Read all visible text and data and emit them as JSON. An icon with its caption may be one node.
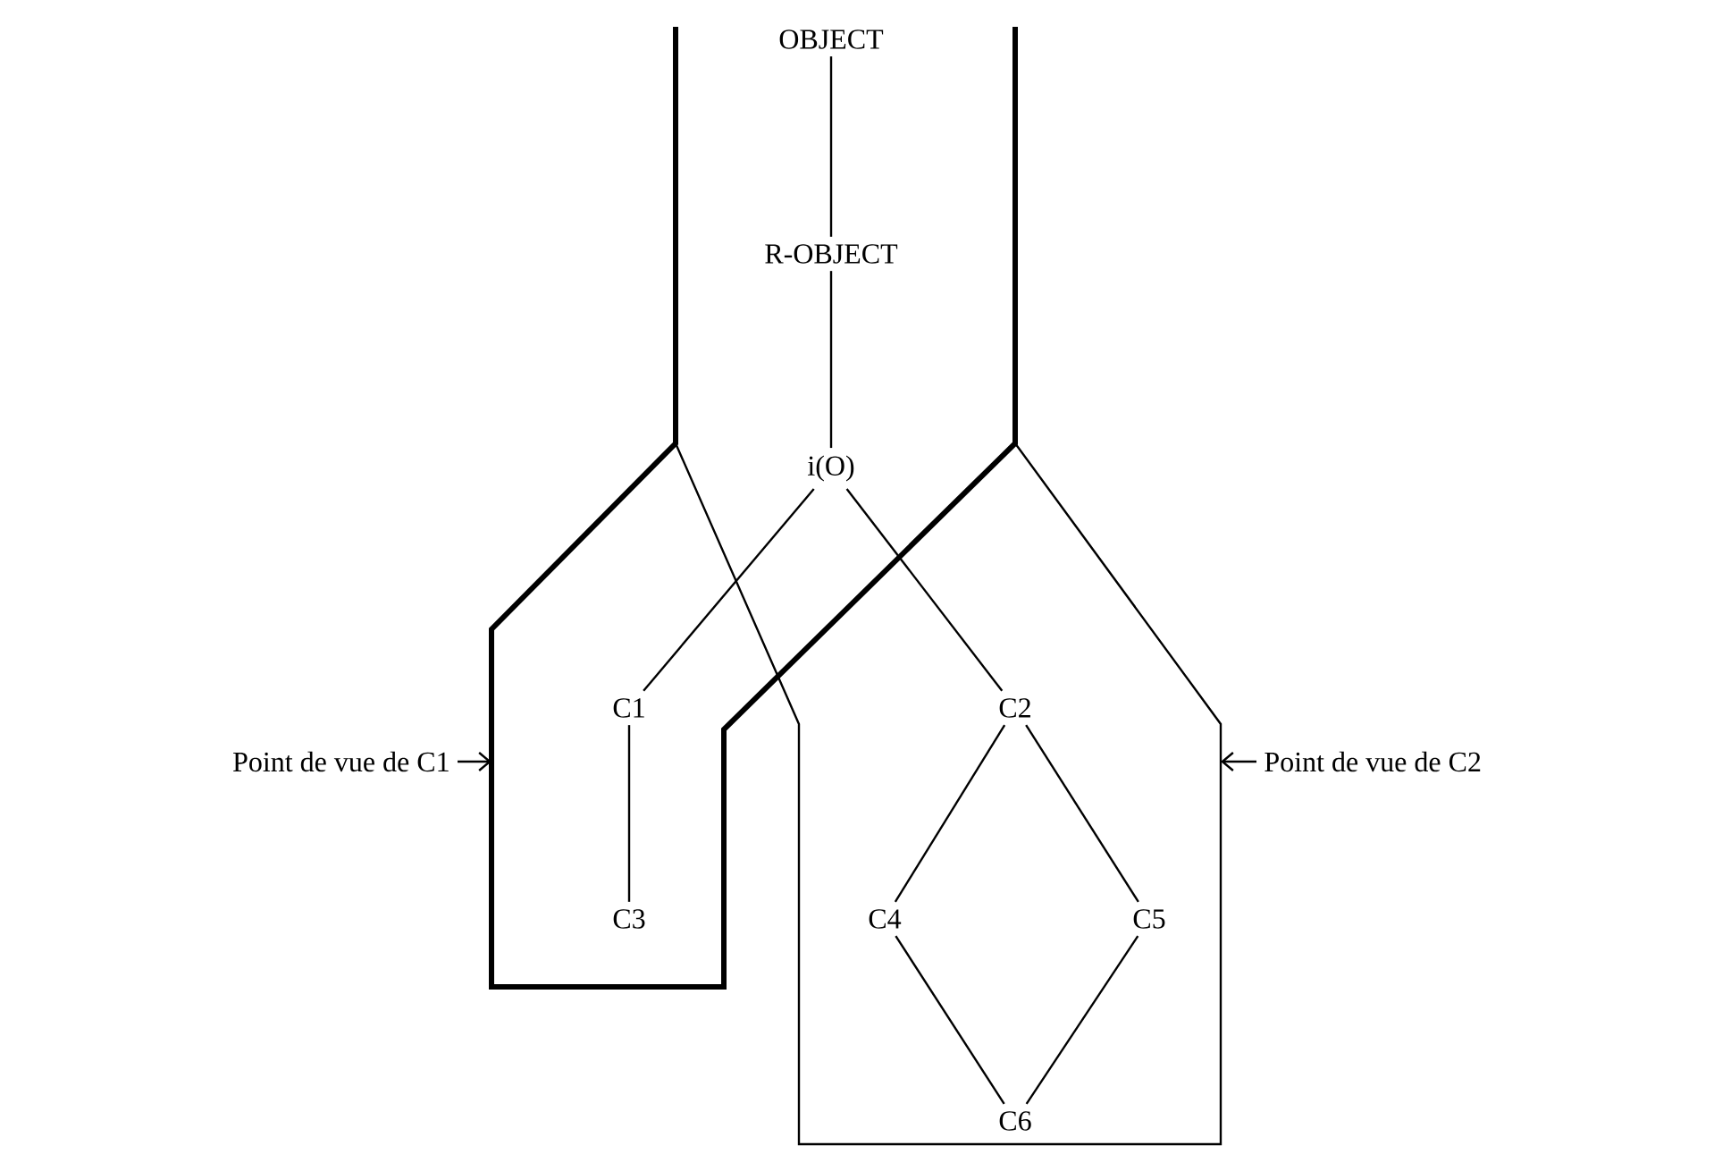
{
  "diagram": {
    "nodes": [
      {
        "text": [
          "OBJECT"
        ]
      },
      {
        "text": [
          "R-OBJECT"
        ]
      },
      {
        "text": [
          "i(O)"
        ]
      },
      {
        "text": [
          "C1"
        ]
      },
      {
        "text": [
          "C2"
        ]
      },
      {
        "text": [
          "Point de vue de C1"
        ]
      },
      {
        "text": [
          "Point de vue de C2"
        ]
      },
      {
        "text": [
          "C3"
        ]
      },
      {
        "text": [
          "C4"
        ]
      },
      {
        "text": [
          "C5"
        ]
      },
      {
        "text": [
          "C6"
        ]
      }
    ],
    "edges": [
      {
        "from": 0,
        "to": 1,
        "arrow": "none"
      },
      {
        "from": 1,
        "to": 2,
        "arrow": "none"
      },
      {
        "from": 2,
        "to": 3,
        "arrow": "none"
      },
      {
        "from": 2,
        "to": 4,
        "arrow": "none"
      },
      {
        "from": 3,
        "to": 7,
        "arrow": "none"
      },
      {
        "from": 4,
        "to": 8,
        "arrow": "none"
      },
      {
        "from": 4,
        "to": 9,
        "arrow": "none"
      },
      {
        "from": 8,
        "to": 10,
        "arrow": "none"
      },
      {
        "from": 9,
        "to": 10,
        "arrow": "none"
      },
      {
        "from": 5,
        "to": null,
        "arrow": "to"
      },
      {
        "from": 6,
        "to": null,
        "arrow": "to"
      }
    ]
  }
}
